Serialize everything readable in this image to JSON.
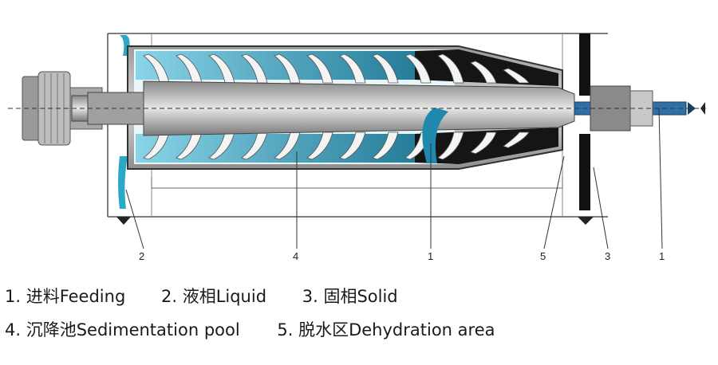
{
  "diagram": {
    "callouts": [
      "2",
      "4",
      "1",
      "5",
      "3",
      "1"
    ],
    "colors": {
      "liquid": "#2aa8c8",
      "liquid_dark": "#0e6c8a",
      "solid": "#111111",
      "metal": "#b9b9b9"
    }
  },
  "legend": {
    "row1": [
      "1. 进料Feeding",
      "2. 液相Liquid",
      "3. 固相Solid"
    ],
    "row2": [
      "4. 沉降池Sedimentation pool",
      "5. 脱水区Dehydration area"
    ]
  }
}
